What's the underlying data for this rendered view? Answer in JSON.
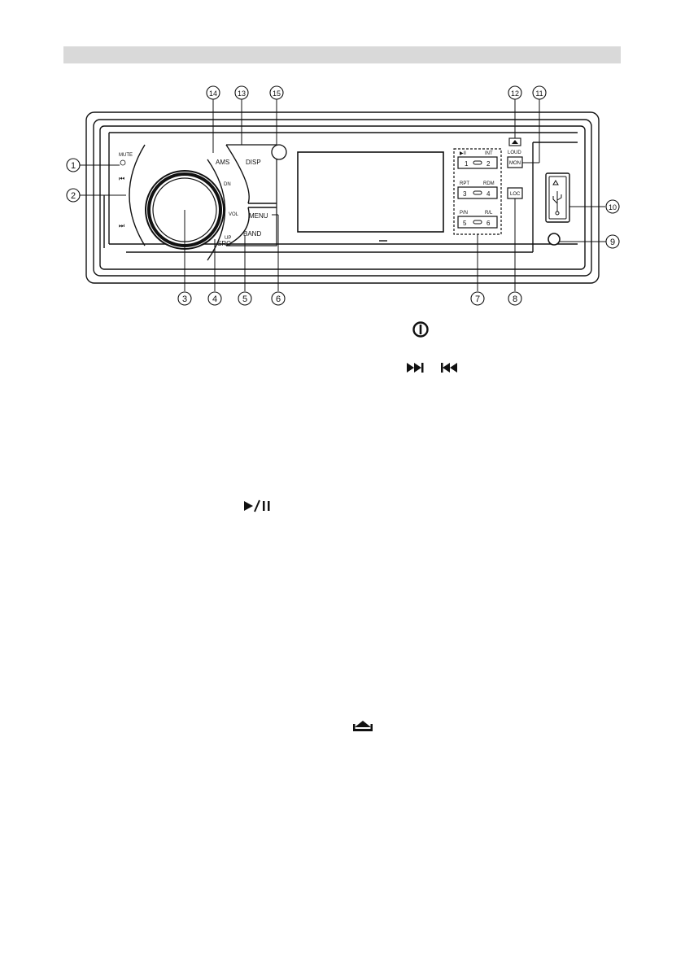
{
  "panel": {
    "mute_label": "MUTE",
    "ams_label": "AMS",
    "disp_label": "DISP",
    "menu_label": "MENU",
    "src_label": "SRC",
    "band_label": "BAND",
    "dn_label": "DN",
    "vol_label": "VOL",
    "up_label": "UP",
    "preset_row1": {
      "top_left": "▶II",
      "top_right": "INT",
      "left": "1",
      "right": "2"
    },
    "preset_row2": {
      "top_left": "RPT",
      "top_right": "RDM",
      "left": "3",
      "right": "4"
    },
    "preset_row3": {
      "top_left": "P/N",
      "top_right": "R/L",
      "left": "5",
      "right": "6"
    },
    "loud_label": "LOUD",
    "mon_label": "MON",
    "loc_label": "LOC"
  },
  "callouts": [
    "1",
    "2",
    "3",
    "4",
    "5",
    "6",
    "7",
    "8",
    "9",
    "10",
    "11",
    "12",
    "13",
    "14",
    "15"
  ],
  "icons": [
    "power-icon",
    "next-prev-icon",
    "play-pause-icon",
    "eject-icon"
  ],
  "colors": {
    "header": "#d9d9d9",
    "line": "#111111"
  }
}
